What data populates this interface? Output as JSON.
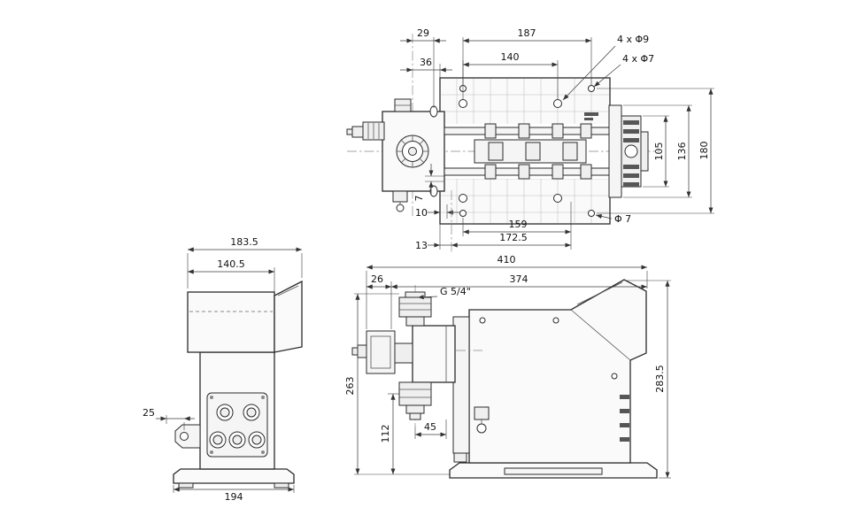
{
  "drawing": {
    "kind": "pump dimensional drawing",
    "background": "#ffffff",
    "line_color": "#2b2b2b"
  },
  "top_view": {
    "dims": {
      "d29": "29",
      "d187": "187",
      "d36": "36",
      "d140": "140",
      "holes9": "4 x Φ9",
      "holes7": "4 x Φ7",
      "d105": "105",
      "d136": "136",
      "d180": "180",
      "d7": "7",
      "d10": "10",
      "d159": "159",
      "d172p5": "172.5",
      "d13": "13",
      "dia7": "Φ 7"
    }
  },
  "front_view": {
    "dims": {
      "d183p5": "183.5",
      "d140p5": "140.5",
      "d25": "25",
      "d194": "194"
    }
  },
  "side_view": {
    "dims": {
      "d410": "410",
      "d26": "26",
      "d374": "374",
      "thread": "G 5/4\"",
      "d263": "263",
      "d112": "112",
      "d45": "45",
      "d283p5": "283.5"
    }
  }
}
